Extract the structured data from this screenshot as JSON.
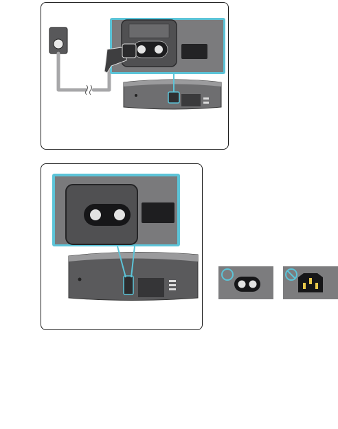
{
  "diagram": {
    "steps": [
      {
        "id": "connect-power-cord",
        "parts": [
          "wall-outlet",
          "power-cord",
          "power-plug",
          "soundbar-rear-panel",
          "power-socket"
        ]
      },
      {
        "id": "power-socket-closeup",
        "parts": [
          "power-socket",
          "soundbar-rear-panel"
        ]
      }
    ],
    "plug_types": [
      {
        "id": "correct",
        "indicator": "ok-circle-icon",
        "shape": "figure-8-plug"
      },
      {
        "id": "incorrect",
        "indicator": "prohibited-icon",
        "shape": "iec-3-pin-plug"
      }
    ],
    "colors": {
      "highlight": "#5cc4d8",
      "panel_dark": "#555558",
      "panel_mid": "#8a8a8c",
      "cable": "#a7a7a9"
    }
  }
}
